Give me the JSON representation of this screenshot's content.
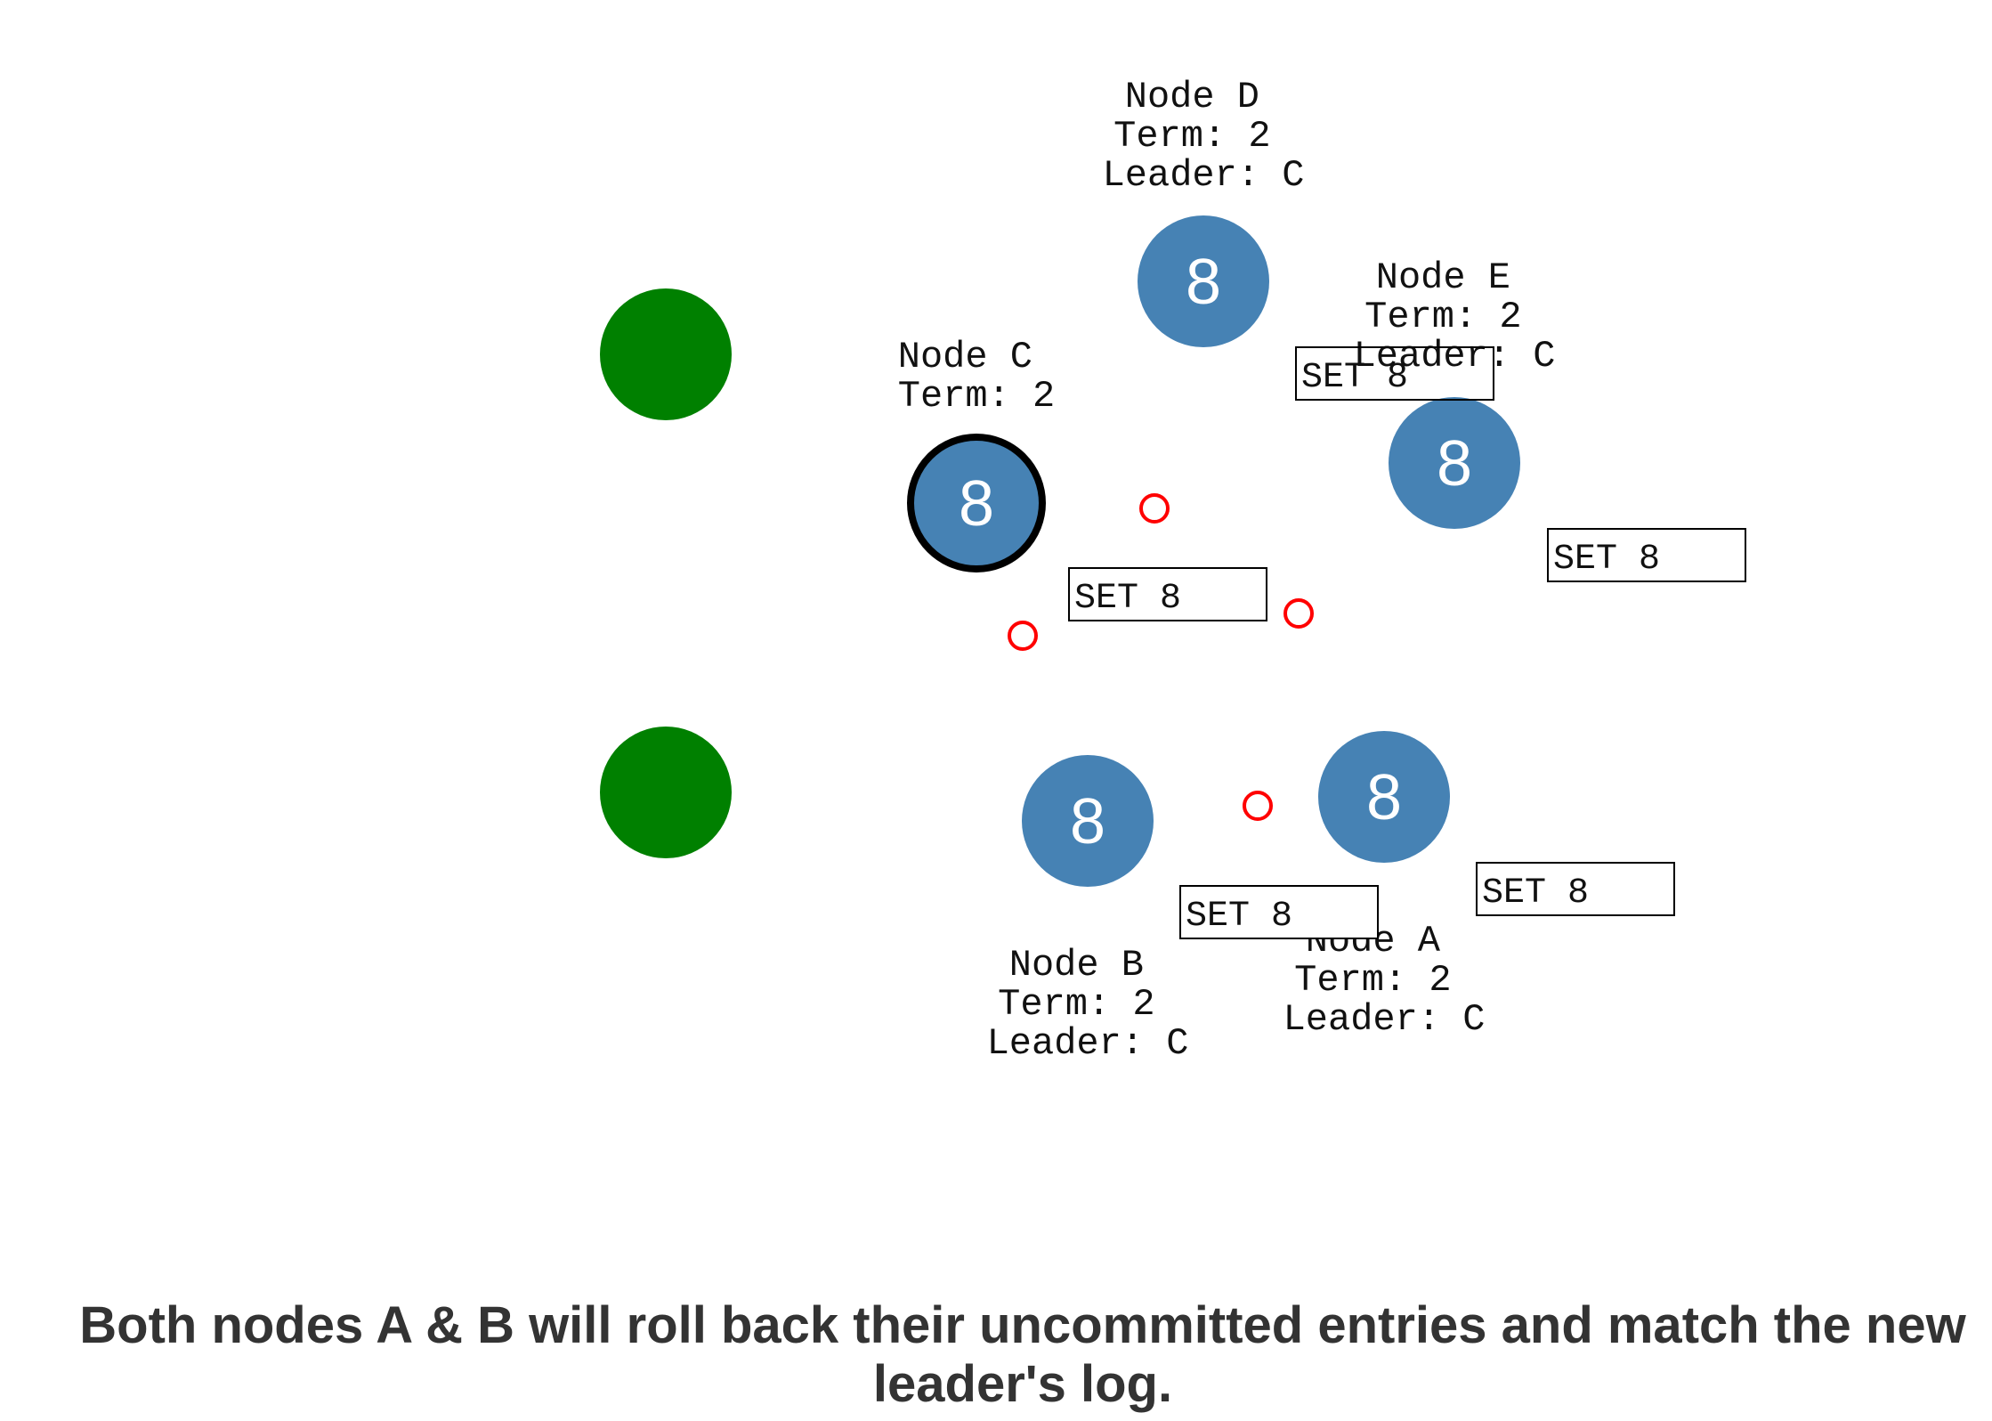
{
  "colors": {
    "node_fill": "#4682b4",
    "client_fill": "#008000",
    "message_stroke": "#ff0000",
    "leader_ring": "#000000"
  },
  "clients": [
    {
      "id": "client-1"
    },
    {
      "id": "client-2"
    }
  ],
  "nodes": [
    {
      "id": "node-d",
      "value": "8",
      "label_lines": [
        "Node D",
        "Term: 2",
        "Leader: C"
      ],
      "is_leader": false
    },
    {
      "id": "node-e",
      "value": "8",
      "label_lines": [
        "Node E",
        "Term: 2",
        "Leader: C"
      ],
      "is_leader": false
    },
    {
      "id": "node-c",
      "value": "8",
      "label_lines": [
        "Node C",
        "Term: 2"
      ],
      "is_leader": true
    },
    {
      "id": "node-b",
      "value": "8",
      "label_lines": [
        "Node B",
        "Term: 2",
        "Leader: C"
      ],
      "is_leader": false
    },
    {
      "id": "node-a",
      "value": "8",
      "label_lines": [
        "Node A",
        "Term: 2",
        "Leader: C"
      ],
      "is_leader": false
    }
  ],
  "log_entries": [
    {
      "text": "SET 8"
    },
    {
      "text": "SET 8"
    },
    {
      "text": "SET 8"
    },
    {
      "text": "SET 8"
    },
    {
      "text": "SET 8"
    }
  ],
  "messages_in_flight": 4,
  "caption": "Both nodes A & B will roll back their uncommitted entries and match the new leader's log."
}
